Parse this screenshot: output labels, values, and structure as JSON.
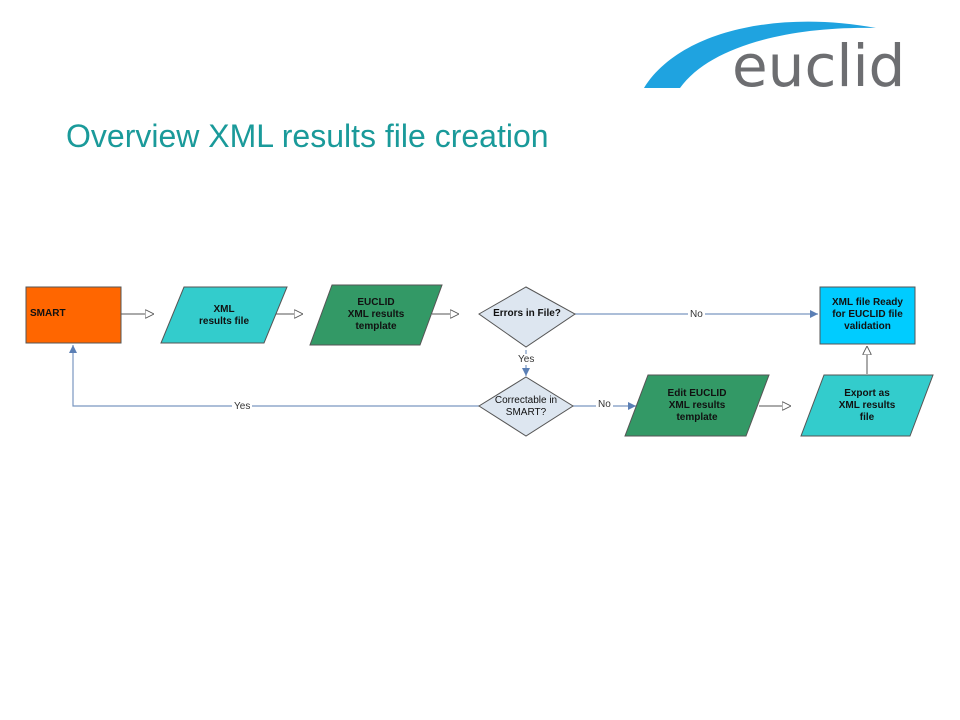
{
  "logo": {
    "text": "euclid"
  },
  "title": "Overview XML results file creation",
  "nodes": {
    "smart": "SMART",
    "xml_results_file": "XML\nresults file",
    "euclid_template": "EUCLID\nXML results\ntemplate",
    "errors_in_file": "Errors in File?",
    "ready_for_validation": "XML file Ready\nfor EUCLID file\nvalidation",
    "correctable": "Correctable in\nSMART?",
    "edit_template": "Edit EUCLID\nXML results\ntemplate",
    "export_file": "Export as\nXML results\nfile"
  },
  "edges": {
    "errors_no": "No",
    "errors_yes": "Yes",
    "correctable_yes": "Yes",
    "correctable_no": "No"
  },
  "colors": {
    "title": "#1a9a9a",
    "smart_fill": "#ff6600",
    "cyan_fill": "#33cccc",
    "green_fill": "#339966",
    "ready_fill": "#00ccff",
    "decision_fill": "#dde6f0",
    "connector": "#7a97c0",
    "logo_arc": "#1fa3e0",
    "logo_text": "#6d6e71"
  }
}
